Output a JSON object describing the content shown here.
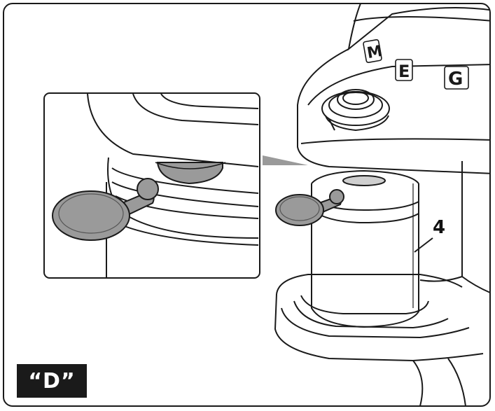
{
  "figure": {
    "brand_letters": [
      "M",
      "E",
      "G"
    ],
    "callout_label": "4",
    "view_label": "“D”"
  },
  "colors": {
    "outline": "#1a1a1a",
    "grey_part": "#9a9a9a",
    "light_grey": "#cfcfcf",
    "panel_bg": "#ffffff"
  }
}
